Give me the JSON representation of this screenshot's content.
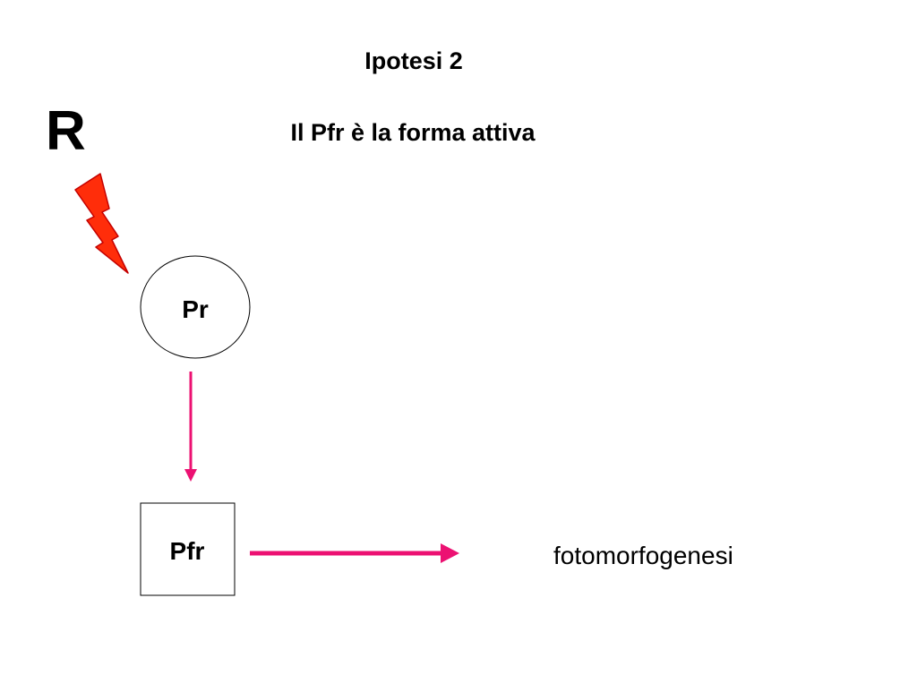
{
  "title": "Ipotesi 2",
  "subtitle": "Il Pfr è la forma attiva",
  "stimulus_label": "R",
  "nodes": {
    "pr": "Pr",
    "pfr": "Pfr"
  },
  "outcome": "fotomorfogenesi",
  "icons": {
    "stimulus": "lightning-bolt-icon"
  },
  "colors": {
    "arrow": "#ec1172",
    "bolt_fill": "#ff2d0a",
    "bolt_stroke": "#c40000",
    "text": "#000000",
    "background": "#ffffff"
  }
}
